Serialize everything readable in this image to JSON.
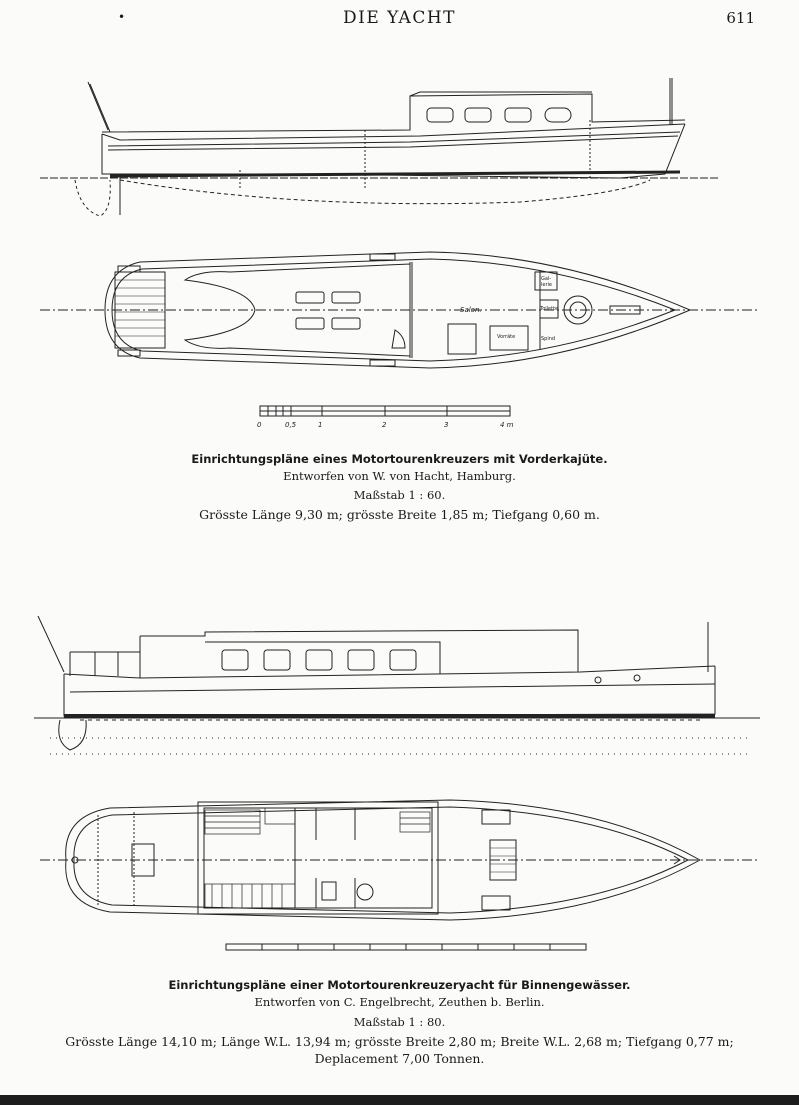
{
  "header": {
    "title": "DIE YACHT",
    "page_number": "611"
  },
  "plan1": {
    "caption_title": "Einrichtungspläne eines Motortourenkreuzers mit Vorderkajüte.",
    "designer": "Entworfen von W. von Hacht, Hamburg.",
    "scale": "Maßstab 1 : 60.",
    "dimensions": "Grösste Länge 9,30 m; grösste Breite 1,85 m; Tiefgang 0,60 m.",
    "labels": {
      "salon": "Salon.",
      "toilette": "Toilette",
      "gal": "Gal-",
      "lerie": "lerie",
      "vorrate": "Vorräte",
      "spind": "Spind"
    },
    "scale_bar_labels": [
      "0",
      "0,5",
      "1",
      "2",
      "3",
      "4 m"
    ]
  },
  "plan2": {
    "caption_title": "Einrichtungspläne einer Motortourenkreuzeryacht für Binnengewässer.",
    "designer": "Entworfen von C. Engelbrecht, Zeuthen b. Berlin.",
    "scale": "Maßstab 1 : 80.",
    "dimensions_line1": "Grösste Länge 14,10 m; Länge W.L. 13,94 m; grösste Breite 2,80 m; Breite W.L. 2,68 m; Tiefgang 0,77 m;",
    "dimensions_line2": "Deplacement 7,00 Tonnen."
  }
}
